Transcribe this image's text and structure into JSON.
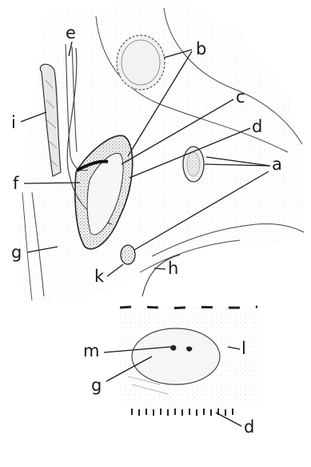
{
  "labels": {
    "a": "a",
    "b": "b",
    "c": "c",
    "d": "d",
    "e": "e",
    "f": "f",
    "g": "g",
    "h": "h",
    "i": "i",
    "k": "k",
    "l": "l",
    "m": "m"
  },
  "lower_labels": {
    "g": "g",
    "d": "d"
  }
}
